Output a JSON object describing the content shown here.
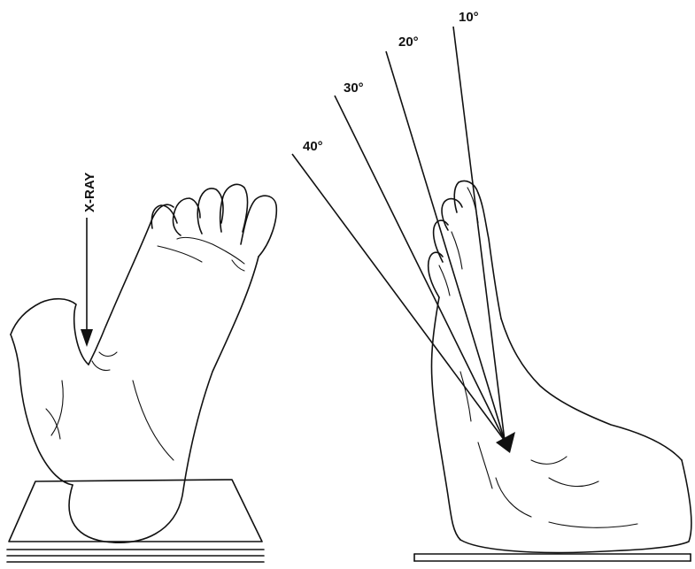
{
  "left_view": {
    "xray_label": "X-RAY"
  },
  "right_view": {
    "angle_labels": [
      "10°",
      "20°",
      "30°",
      "40°"
    ]
  },
  "colors": {
    "ink": "#111111",
    "background": "#ffffff"
  }
}
